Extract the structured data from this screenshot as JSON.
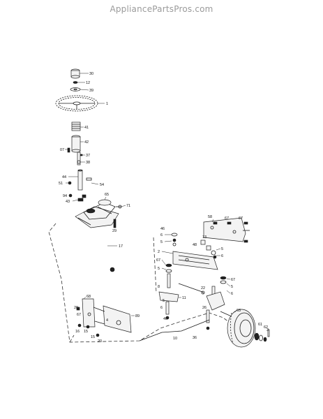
{
  "watermark": "AppliancePartsPros.com",
  "diagram": {
    "callouts": [
      {
        "id": "c30",
        "text": "30"
      },
      {
        "id": "c12",
        "text": "12"
      },
      {
        "id": "c39",
        "text": "39"
      },
      {
        "id": "c1",
        "text": "1"
      },
      {
        "id": "c41",
        "text": "41"
      },
      {
        "id": "c42",
        "text": "42"
      },
      {
        "id": "c07",
        "text": "07"
      },
      {
        "id": "c37",
        "text": "37"
      },
      {
        "id": "c38",
        "text": "38"
      },
      {
        "id": "c44",
        "text": "44"
      },
      {
        "id": "c51",
        "text": "51"
      },
      {
        "id": "c54",
        "text": "54"
      },
      {
        "id": "c94",
        "text": "94"
      },
      {
        "id": "c43",
        "text": "43"
      },
      {
        "id": "c65",
        "text": "65"
      },
      {
        "id": "c71",
        "text": "71"
      },
      {
        "id": "c29",
        "text": "29"
      },
      {
        "id": "c17",
        "text": "17"
      },
      {
        "id": "c46",
        "text": "46"
      },
      {
        "id": "c6a",
        "text": "6"
      },
      {
        "id": "c5a",
        "text": "5"
      },
      {
        "id": "c58",
        "text": "58"
      },
      {
        "id": "c67a",
        "text": "67"
      },
      {
        "id": "c67b",
        "text": "67"
      },
      {
        "id": "c2",
        "text": "2"
      },
      {
        "id": "c13",
        "text": "13"
      },
      {
        "id": "c48",
        "text": "48"
      },
      {
        "id": "c5b",
        "text": "5"
      },
      {
        "id": "c6b",
        "text": "6"
      },
      {
        "id": "c67c",
        "text": "67"
      },
      {
        "id": "c5c",
        "text": "5"
      },
      {
        "id": "c5d",
        "text": "5"
      },
      {
        "id": "c6c",
        "text": "6"
      },
      {
        "id": "c67d",
        "text": "67"
      },
      {
        "id": "c8",
        "text": "8"
      },
      {
        "id": "c11",
        "text": "11"
      },
      {
        "id": "c22",
        "text": "22"
      },
      {
        "id": "c5e",
        "text": "5"
      },
      {
        "id": "c6d",
        "text": "6"
      },
      {
        "id": "c26",
        "text": "26"
      },
      {
        "id": "c63",
        "text": "63"
      },
      {
        "id": "c61",
        "text": "61"
      },
      {
        "id": "c62",
        "text": "62"
      },
      {
        "id": "c3",
        "text": "3"
      },
      {
        "id": "c10",
        "text": "10"
      },
      {
        "id": "c36",
        "text": "36"
      },
      {
        "id": "c40",
        "text": "40"
      },
      {
        "id": "c68",
        "text": "68"
      },
      {
        "id": "c20",
        "text": "20"
      },
      {
        "id": "c16",
        "text": "16"
      },
      {
        "id": "c15",
        "text": "15"
      },
      {
        "id": "c15b",
        "text": "15"
      },
      {
        "id": "c67e",
        "text": "67"
      },
      {
        "id": "c89",
        "text": "89"
      },
      {
        "id": "c20b",
        "text": "20"
      },
      {
        "id": "c4",
        "text": "4"
      }
    ]
  }
}
